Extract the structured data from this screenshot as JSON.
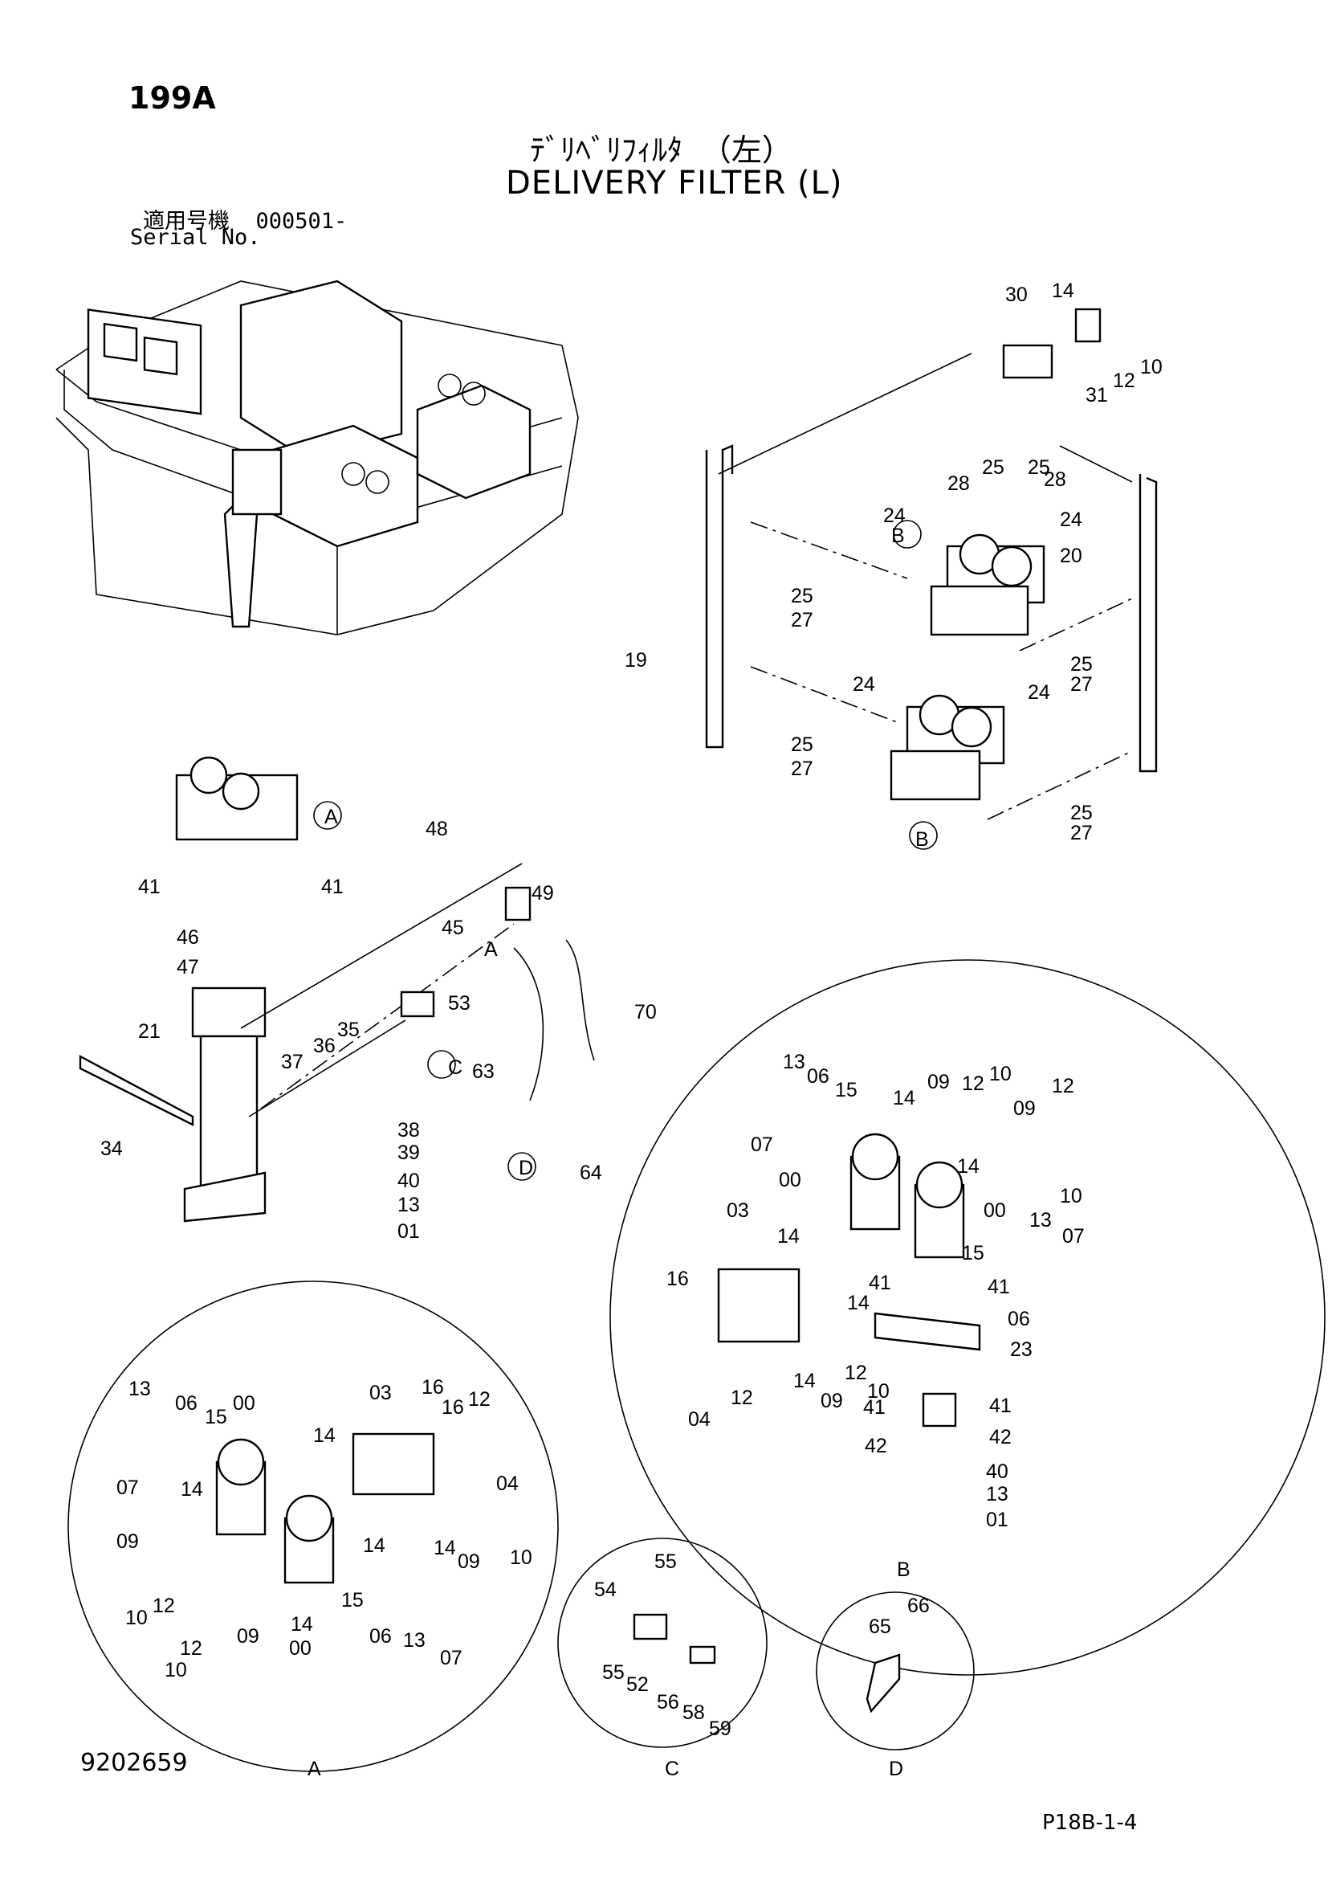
{
  "header": {
    "page_number": "199A",
    "title_jp": "ﾃﾞﾘﾍﾞﾘﾌｨﾙﾀ （左）",
    "title_en": "DELIVERY FILTER (L)",
    "serial_label_jp": "適用号機",
    "serial_value": "000501-",
    "serial_label_en": "Serial No."
  },
  "footer": {
    "document_number": "9202659",
    "page_reference": "P18B-1-4"
  },
  "detail_labels": [
    "A",
    "B",
    "C",
    "D"
  ],
  "callouts": {
    "top_right": [
      "30",
      "14",
      "31",
      "12",
      "10",
      "28",
      "25",
      "25",
      "28",
      "24",
      "24",
      "20",
      "19",
      "25",
      "27",
      "25",
      "27",
      "24",
      "24",
      "25",
      "27",
      "25",
      "27",
      "B",
      "B"
    ],
    "middle_left": [
      "A",
      "41",
      "41",
      "46",
      "47",
      "21",
      "37",
      "36",
      "35",
      "34",
      "38",
      "39",
      "40",
      "13",
      "01",
      "48",
      "45",
      "A",
      "49",
      "53",
      "70",
      "63",
      "C",
      "D",
      "64"
    ],
    "detail_b": [
      "13",
      "06",
      "15",
      "07",
      "14",
      "09",
      "12",
      "10",
      "09",
      "12",
      "00",
      "14",
      "10",
      "00",
      "13",
      "07",
      "03",
      "14",
      "15",
      "16",
      "41",
      "41",
      "06",
      "14",
      "23",
      "14",
      "12",
      "10",
      "04",
      "12",
      "09",
      "41",
      "41",
      "42",
      "42",
      "40",
      "13",
      "01"
    ],
    "detail_a": [
      "13",
      "06",
      "15",
      "00",
      "03",
      "16",
      "16",
      "12",
      "07",
      "14",
      "14",
      "04",
      "09",
      "14",
      "14",
      "09",
      "10",
      "10",
      "12",
      "15",
      "06",
      "13",
      "12",
      "09",
      "14",
      "00",
      "07",
      "10"
    ],
    "detail_c": [
      "55",
      "54",
      "55",
      "52",
      "56",
      "58",
      "59"
    ],
    "detail_d": [
      "65",
      "66"
    ]
  }
}
